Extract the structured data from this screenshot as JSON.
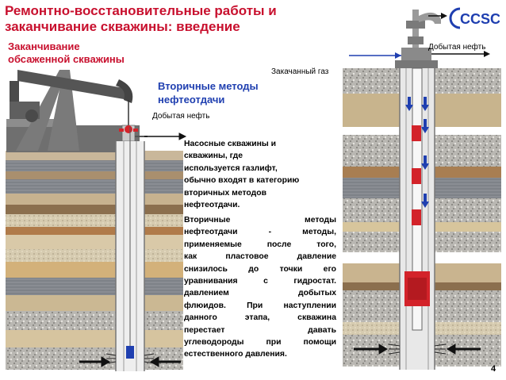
{
  "slide": {
    "title": "Ремонтно-восстановительные работы и заканчивание скважины: введение",
    "subtitle_line1": "Заканчивание",
    "subtitle_line2": "обсаженной скважины",
    "secondary_line1": "Вторичные методы",
    "secondary_line2": "нефтеотдачи",
    "label_oil_left": "Добытая нефть",
    "label_gas": "Закачанный газ",
    "label_oil_right": "Добытая нефть",
    "paragraph1_lines": [
      "Насосные скважины и",
      "скважины, где",
      "используется газлифт,",
      "обычно входят в категорию",
      "вторичных методов",
      "нефтеотдачи."
    ],
    "paragraph2_lines": [
      "Вторичные методы",
      "нефтеотдачи - методы,",
      "применяемые после того,",
      "как пластовое давление",
      "снизилось до точки его",
      "уравнивания с гидростат.",
      "давлением добытых",
      "флюидов. При наступлении",
      "данного этапа, скважина",
      "перестает давать",
      "углеводороды при помощи",
      "естественного давления."
    ],
    "page_number": "4",
    "logo_text": "CCSC",
    "colors": {
      "title_red": "#c8102e",
      "accent_blue": "#1f3fb0"
    }
  }
}
